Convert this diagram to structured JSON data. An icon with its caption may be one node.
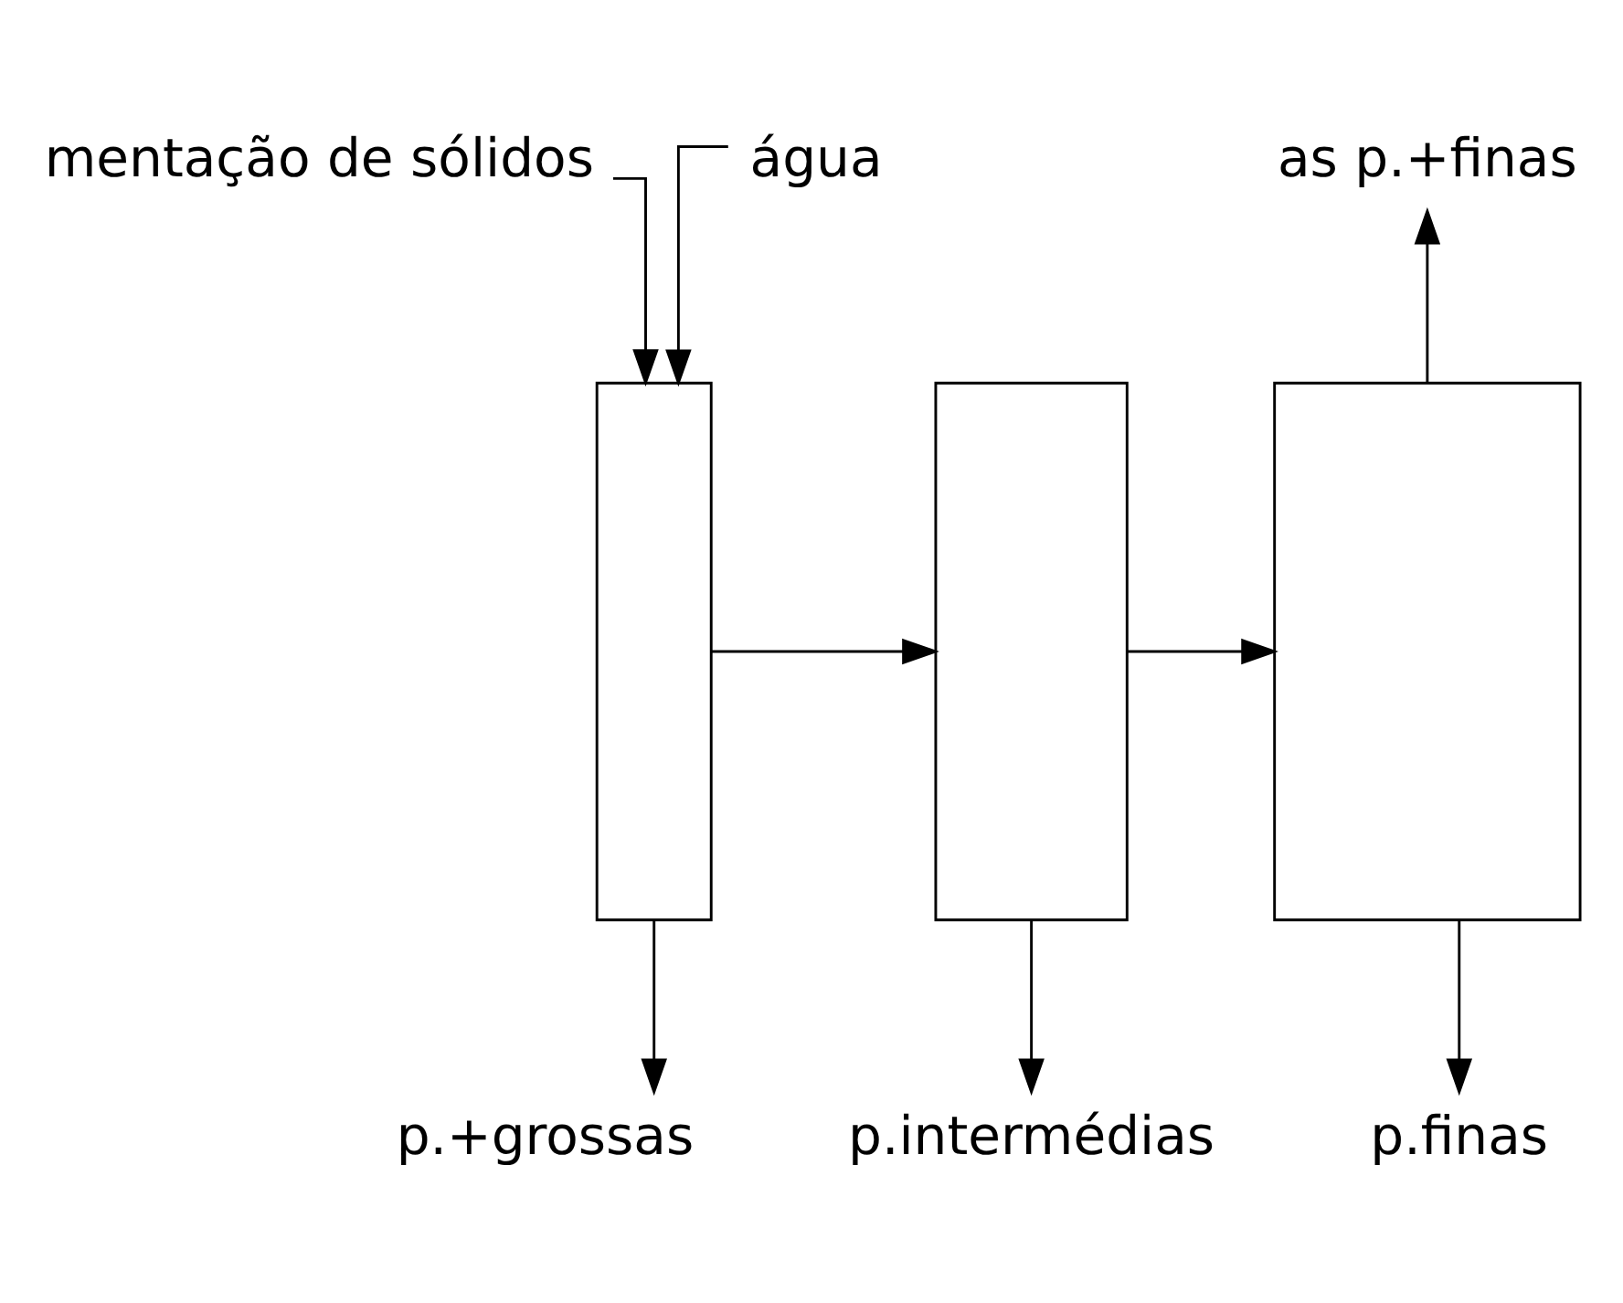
{
  "diagram": {
    "nodes": [
      {
        "text": [
          "mentação de sólidos"
        ]
      },
      {
        "text": [
          "as p.+finas"
        ]
      },
      {
        "text": [],
        "shape": "box"
      },
      {
        "text": [],
        "shape": "box"
      },
      {
        "text": [],
        "shape": "box"
      },
      {
        "text": [
          "água"
        ]
      },
      {
        "text": [
          "p.+grossas"
        ]
      },
      {
        "text": [
          "p.intermédias"
        ]
      },
      {
        "text": [
          "p.finas"
        ]
      }
    ],
    "edges": [
      {
        "from": 0,
        "to": 2,
        "arrow": "to"
      },
      {
        "from": 5,
        "to": 2,
        "arrow": "to"
      },
      {
        "from": 2,
        "to": 6,
        "arrow": "to"
      },
      {
        "from": 2,
        "to": 3,
        "arrow": "to"
      },
      {
        "from": 3,
        "to": 7,
        "arrow": "to"
      },
      {
        "from": 3,
        "to": 4,
        "arrow": "to"
      },
      {
        "from": 4,
        "to": 8,
        "arrow": "to"
      },
      {
        "from": 4,
        "to": 1,
        "arrow": "to"
      }
    ]
  }
}
